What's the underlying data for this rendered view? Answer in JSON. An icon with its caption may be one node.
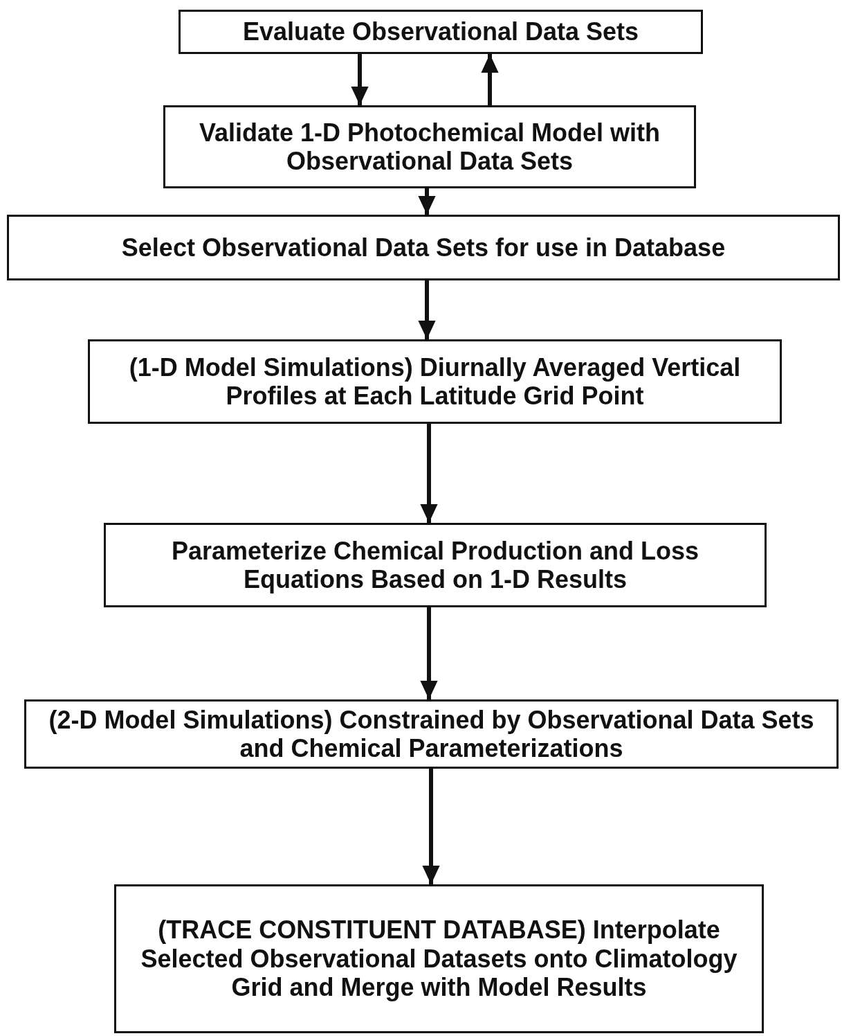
{
  "diagram": {
    "nodes": [
      {
        "text": [
          "Evaluate Observational Data Sets"
        ]
      },
      {
        "text": [
          "Validate 1-D Photochemical Model with Observational Data Sets"
        ]
      },
      {
        "text": [
          "Select Observational Data Sets for use in Database"
        ]
      },
      {
        "text": [
          "(1-D Model Simulations) Diurnally Averaged Vertical Profiles at Each Latitude Grid Point"
        ]
      },
      {
        "text": [
          "Parameterize Chemical Production and Loss Equations Based on 1-D Results"
        ]
      },
      {
        "text": [
          "(2-D Model Simulations)  Constrained by Observational Data Sets and Chemical Parameterizations"
        ]
      },
      {
        "text": [
          "(TRACE CONSTITUENT DATABASE) Interpolate Selected Observational Datasets onto Climatology Grid and Merge with Model Results"
        ]
      }
    ],
    "edges": [
      {
        "from": 0,
        "to": 1,
        "arrow": "to"
      },
      {
        "from": 1,
        "to": 0,
        "arrow": "to"
      },
      {
        "from": 1,
        "to": 2,
        "arrow": "to"
      },
      {
        "from": 2,
        "to": 3,
        "arrow": "to"
      },
      {
        "from": 3,
        "to": 4,
        "arrow": "to"
      },
      {
        "from": 4,
        "to": 5,
        "arrow": "to"
      },
      {
        "from": 5,
        "to": 6,
        "arrow": "to"
      }
    ]
  }
}
